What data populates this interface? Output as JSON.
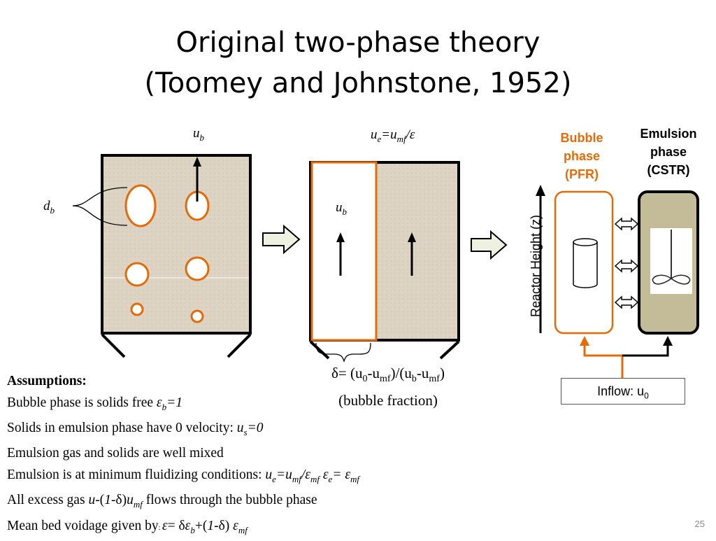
{
  "slide": {
    "title_line1": "Original two-phase theory",
    "title_line2": "(Toomey and Johnstone, 1952)",
    "slide_number": "25"
  },
  "diagram": {
    "bubble_velocity_label": "u",
    "bubble_velocity_sub": "b",
    "bubble_diameter_label": "d",
    "bubble_diameter_sub": "b",
    "emulsion_velocity": {
      "u": "u",
      "sub_e": "e",
      "eq": "=u",
      "sub_mf": "mf",
      "slash_eps": "/ε"
    },
    "column_bubble_velocity_label": "u",
    "column_bubble_velocity_sub": "b",
    "bubble_fraction": {
      "delta_expr_parts": [
        "δ= (u",
        "0",
        "-u",
        "mf",
        ")/(u",
        "b",
        "-u",
        "mf",
        ")"
      ],
      "caption": "(bubble fraction)"
    },
    "reactor_axis_label": "Reactor Height (z)",
    "bubble_phase_label": [
      "Bubble",
      "phase",
      "(PFR)"
    ],
    "emulsion_phase_label": [
      "Emulsion",
      "phase",
      "(CSTR)"
    ],
    "inflow_label": "Inflow: u",
    "inflow_sub": "0",
    "colors": {
      "orange": "#e36c09",
      "bed": "#ddd3c2",
      "emulsion_fill": "#c4bc99",
      "arrow_fill": "#eef1df"
    }
  },
  "assumptions": {
    "heading": "Assumptions:",
    "line1": {
      "text": "Bubble phase is solids free ",
      "math": "ε",
      "sub": "b",
      "tail": "=1"
    },
    "line2": {
      "text": "Solids in emulsion phase have 0 velocity: ",
      "math": "u",
      "sub": "s",
      "tail": "=0"
    },
    "line3": {
      "text": "Emulsion gas and solids are well mixed"
    },
    "line4": {
      "text": "Emulsion is at minimum fluidizing conditions: ",
      "m1": "u",
      "s1": "e",
      "m2": "=u",
      "s2": "mf",
      "m3": "/ε",
      "s3": "mf",
      "m4": " ε",
      "s4": "e",
      "m5": "= ε",
      "s5": "mf"
    },
    "line5": {
      "text": "All excess gas ",
      "m1": "u",
      "m2": "-(",
      "m3": "1",
      "m4": "-δ)",
      "m5": "u",
      "s5": "mf",
      "tail": " flows through the bubble phase"
    },
    "line6": {
      "text": "Mean bed voidage given by",
      "colon": ": ",
      "m1": "ε",
      "m2": "= δ",
      "m3": "ε",
      "s3": "b",
      "m4": "+(",
      "m5": "1",
      "m6": "-δ) ",
      "m7": "ε",
      "s7": "mf"
    }
  }
}
